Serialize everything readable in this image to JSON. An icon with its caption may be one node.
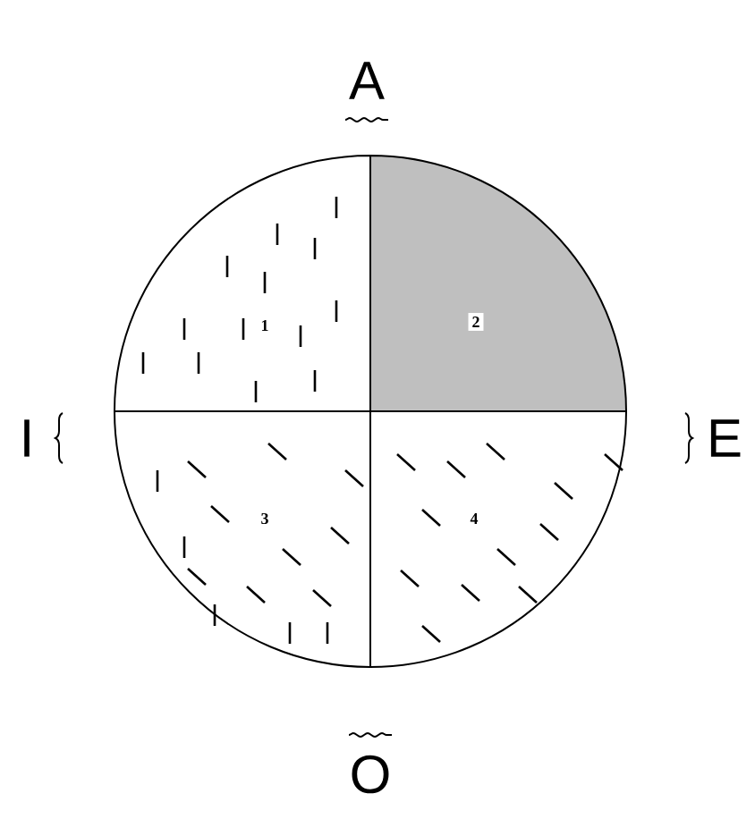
{
  "diagram": {
    "nodes": [
      {
        "text": [
          "1"
        ]
      },
      {
        "text": [
          "2"
        ]
      },
      {
        "text": [
          "3"
        ]
      },
      {
        "text": [
          "4"
        ]
      }
    ],
    "labels": [
      "A",
      "I",
      "E",
      "O"
    ]
  }
}
